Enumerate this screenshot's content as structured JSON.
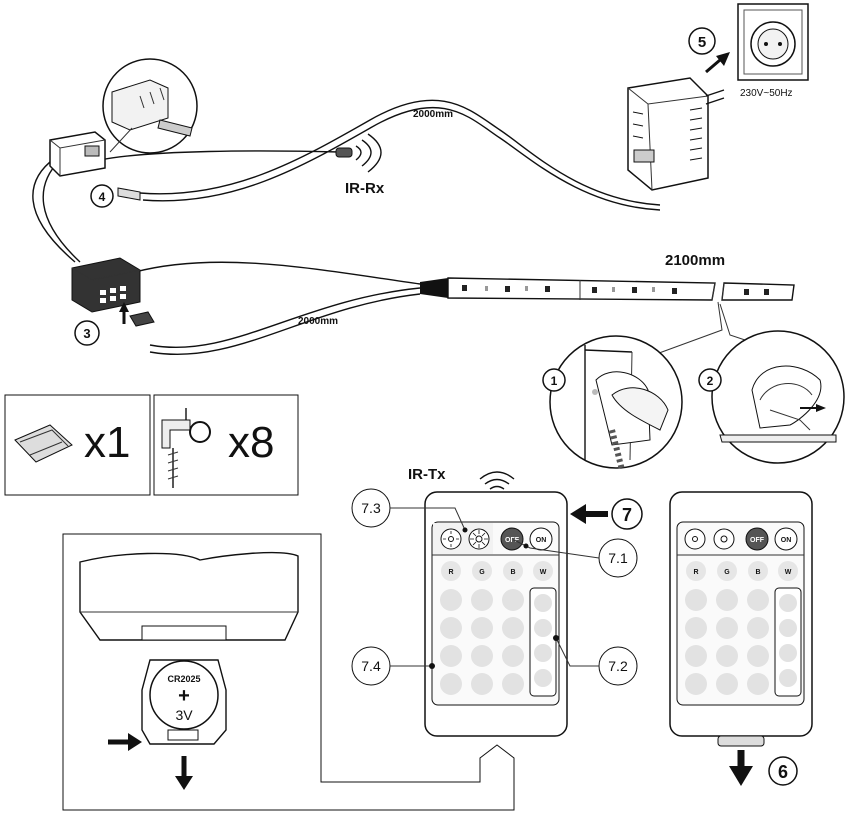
{
  "labels": {
    "cable_top": "2000mm",
    "cable_bottom": "2000mm",
    "strip_length": "2100mm",
    "ir_rx": "IR-Rx",
    "ir_tx": "IR-Tx",
    "voltage": "230V~50Hz"
  },
  "steps": {
    "s1": "1",
    "s2": "2",
    "s3": "3",
    "s4": "4",
    "s5": "5",
    "s6": "6",
    "s7": "7"
  },
  "remote_callouts": {
    "c71": "7.1",
    "c72": "7.2",
    "c73": "7.3",
    "c74": "7.4"
  },
  "accessories": {
    "pad_count": "x1",
    "clip_count": "x8"
  },
  "battery": {
    "model": "CR2025",
    "polarity": "+",
    "voltage": "3V"
  },
  "remote_buttons": {
    "off": "OFF",
    "on": "ON",
    "r": "R",
    "g": "G",
    "b": "B",
    "w": "W"
  },
  "icons": [
    "brightness-down-icon",
    "brightness-up-icon",
    "wifi-signal-icon",
    "arrow-icon"
  ]
}
